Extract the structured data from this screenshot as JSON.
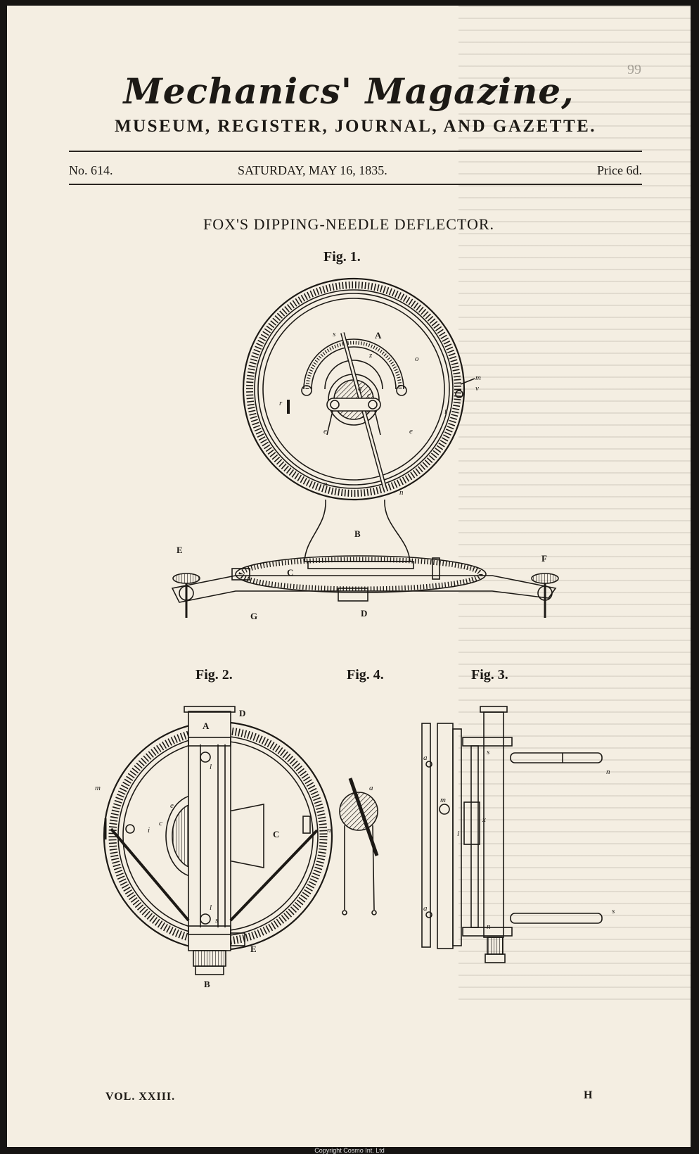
{
  "masthead": {
    "title": "Mechanics' Magazine,",
    "subtitle": "MUSEUM, REGISTER, JOURNAL, AND GAZETTE."
  },
  "issue": {
    "number": "No. 614.",
    "date": "SATURDAY, MAY 16, 1835.",
    "price": "Price 6d."
  },
  "article": {
    "title": "FOX'S DIPPING-NEEDLE DEFLECTOR."
  },
  "figures": {
    "fig1": "Fig. 1.",
    "fig2": "Fig. 2.",
    "fig3": "Fig. 3.",
    "fig4": "Fig. 4."
  },
  "fig1_letters": {
    "A": "A",
    "B": "B",
    "C": "C",
    "D": "D",
    "E": "E",
    "F": "F",
    "G": "G",
    "s": "s",
    "n": "n",
    "a": "a",
    "c": "c",
    "e1": "e",
    "e2": "e",
    "i": "i",
    "r": "r",
    "m": "m",
    "v": "v",
    "z": "z",
    "o1": "o",
    "o2": "o"
  },
  "fig2_letters": {
    "A": "A",
    "D": "D",
    "B": "B",
    "C": "C",
    "E": "E",
    "m": "m",
    "i": "i",
    "l1": "l",
    "l2": "l",
    "n": "n",
    "e": "e",
    "s": "s",
    "c": "c"
  },
  "fig3_letters": {
    "a1": "a",
    "a2": "a",
    "m": "m",
    "i": "i",
    "x": "x",
    "s1": "s",
    "s2": "s",
    "n1": "n",
    "n2": "n"
  },
  "fig4_letters": {
    "a": "a"
  },
  "footer": {
    "volume": "VOL. XXIII.",
    "signature": "H",
    "page_number": "99"
  },
  "copyright": "Copyright Cosmo Int. Ltd"
}
